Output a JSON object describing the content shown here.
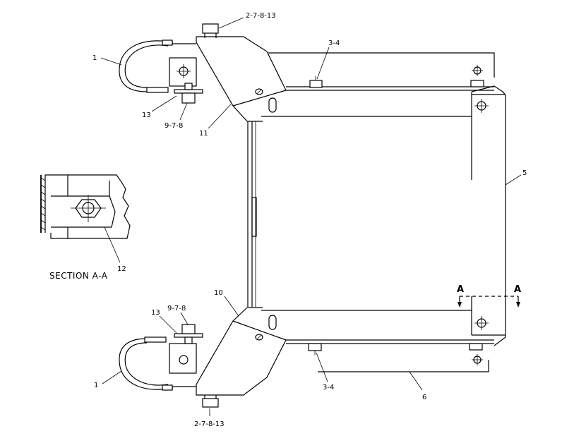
{
  "callouts": {
    "top_bolt": "2-7-8-13",
    "top_hose": "1",
    "top_clamp_bolt": "3-4",
    "top_washer": "13",
    "top_nut": "9-7-8",
    "top_bracket": "11",
    "frame": "5",
    "section_bolt": "12",
    "bottom_bracket": "10",
    "bottom_washer": "13",
    "bottom_nut": "9-7-8",
    "bottom_hose": "1",
    "bottom_clamp_bolt": "3-4",
    "bottom_bolt": "2-7-8-13",
    "bottom_plate": "6"
  },
  "section": {
    "title": "SECTION A-A",
    "cut_left": "A",
    "cut_right": "A"
  }
}
